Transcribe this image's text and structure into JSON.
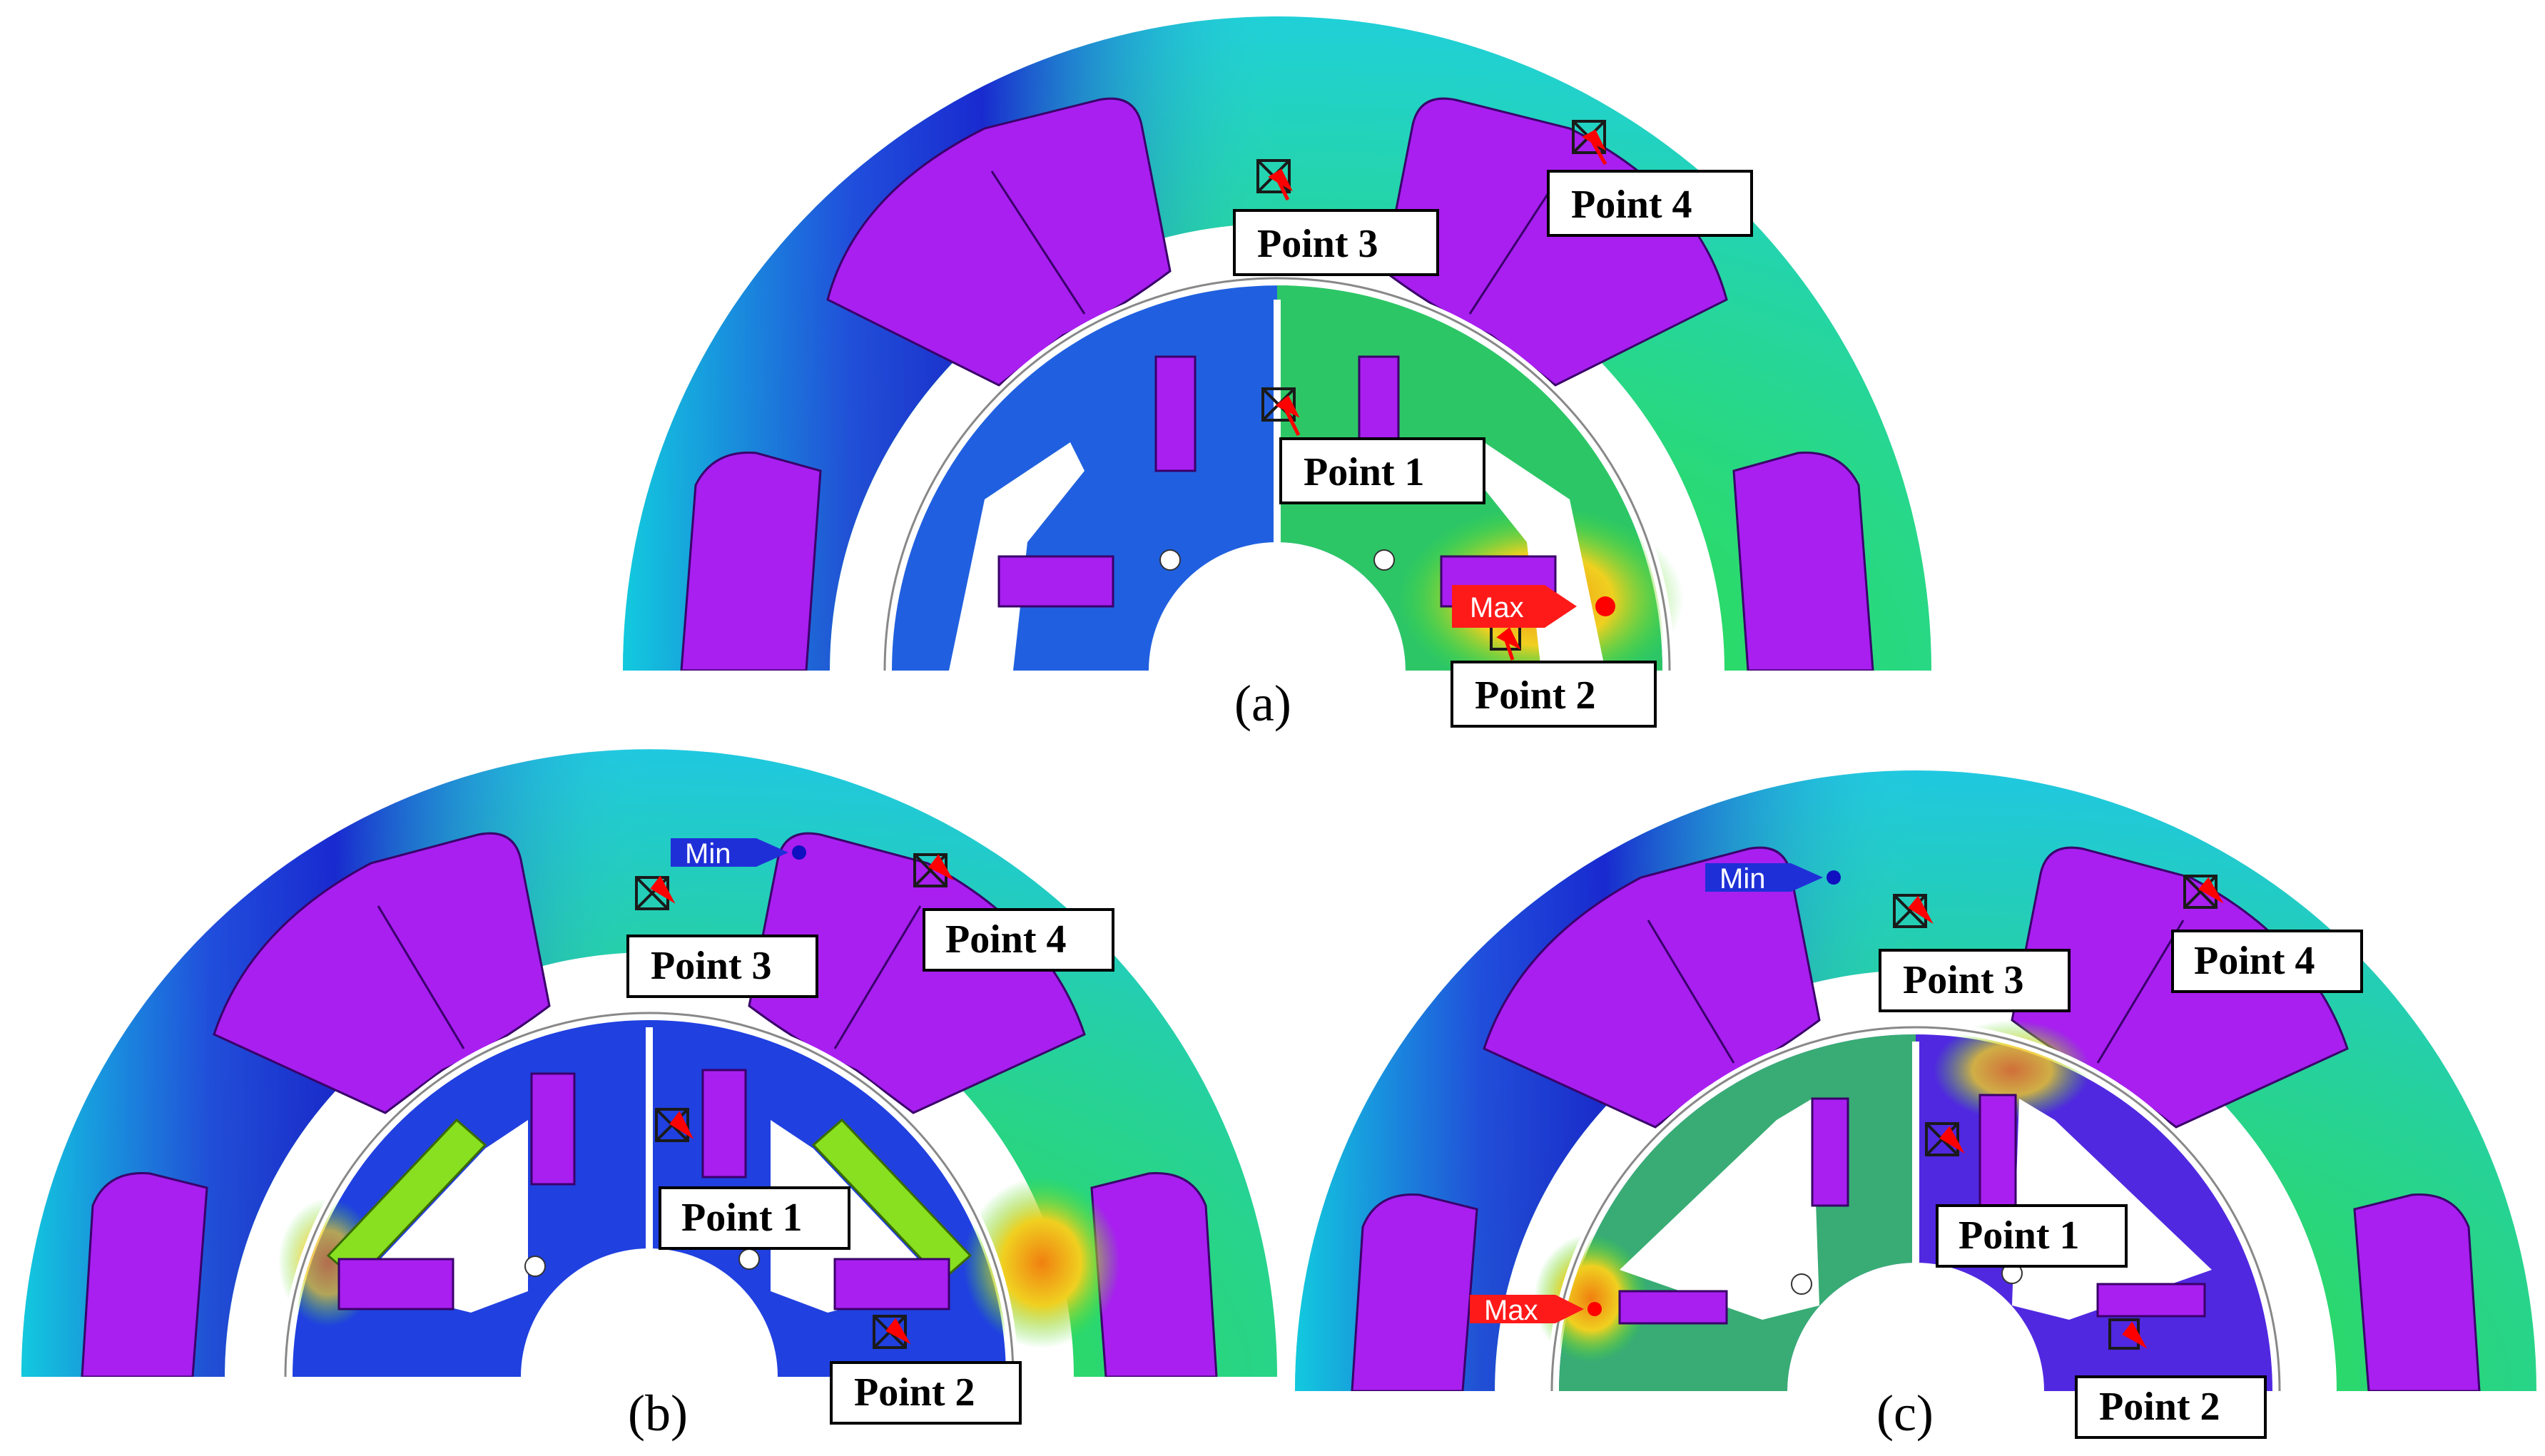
{
  "figure": {
    "panels": [
      {
        "id": "a",
        "caption": "(a)",
        "points": [
          "Point 1",
          "Point 2",
          "Point 3",
          "Point 4"
        ],
        "max_label": "Max",
        "min_label": ""
      },
      {
        "id": "b",
        "caption": "(b)",
        "points": [
          "Point 1",
          "Point 2",
          "Point 3",
          "Point 4"
        ],
        "max_label": "",
        "min_label": "Min"
      },
      {
        "id": "c",
        "caption": "(c)",
        "points": [
          "Point 1",
          "Point 2",
          "Point 3",
          "Point 4"
        ],
        "max_label": "Max",
        "min_label": "Min"
      }
    ],
    "colors": {
      "magnet": "#a81ff0",
      "cold": "#1010d8",
      "mid_cyan": "#20d8e8",
      "mid_green": "#30e030",
      "warm_yellow": "#f0e020",
      "hot_orange": "#f08010",
      "max_tag": "#ff1a1a",
      "min_tag": "#1f2fd8",
      "arrow": "#ff0000"
    }
  }
}
